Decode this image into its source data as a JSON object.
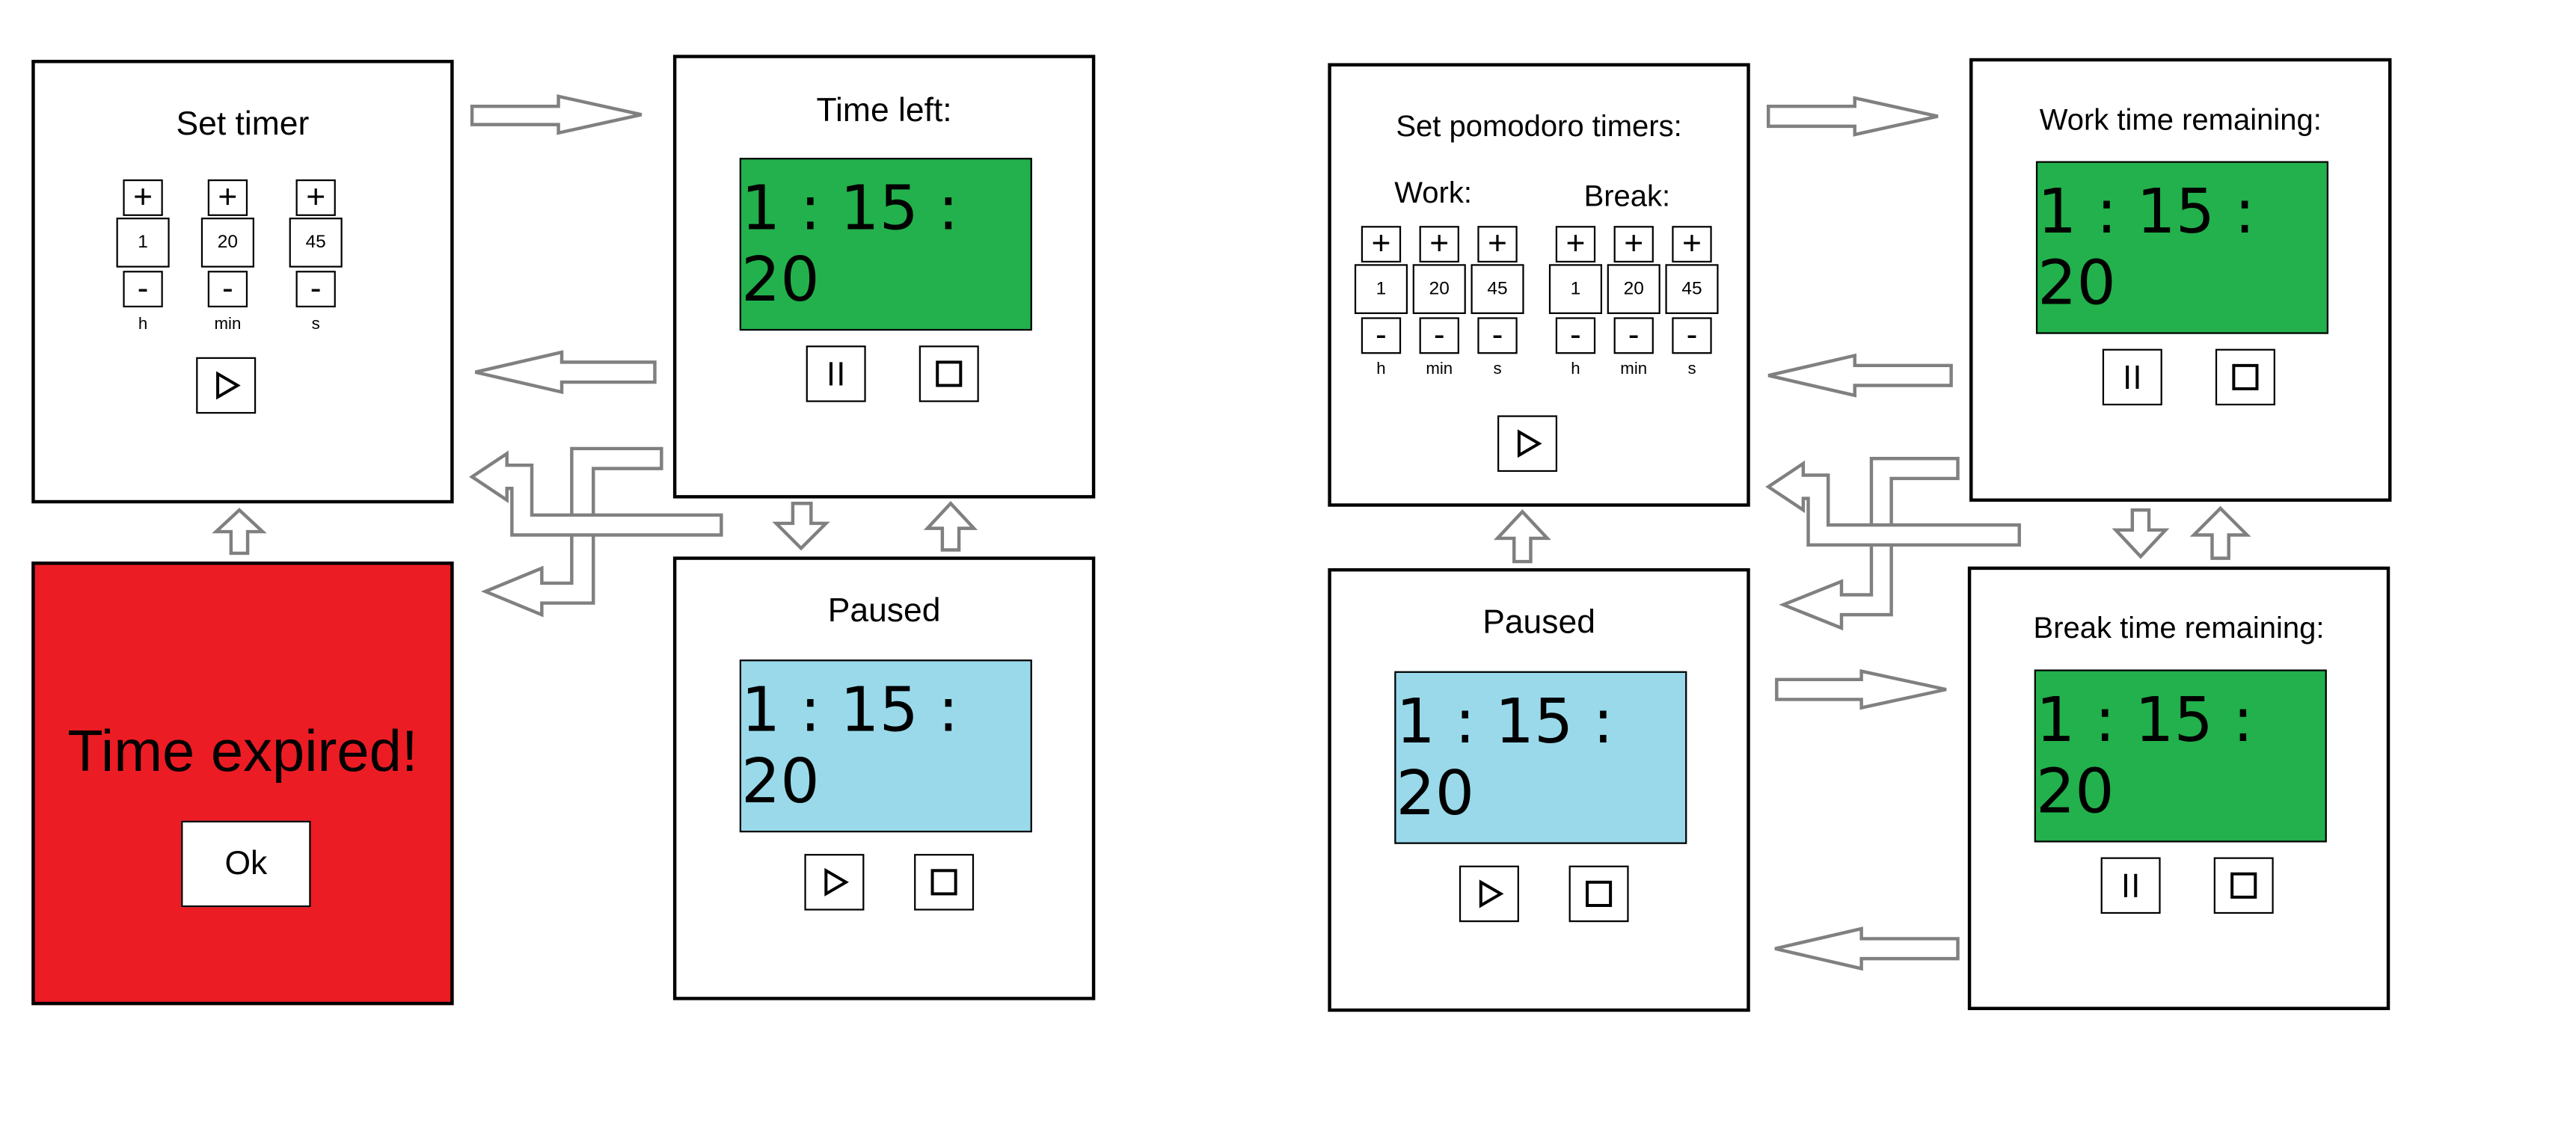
{
  "timer": {
    "set": {
      "title": "Set timer",
      "plus": "+",
      "minus": "-",
      "values": [
        "1",
        "20",
        "45"
      ],
      "units": [
        "h",
        "min",
        "s"
      ]
    },
    "running": {
      "title": "Time left:",
      "display": "1 : 15 : 20"
    },
    "paused": {
      "title": "Paused",
      "display": "1 : 15 : 20"
    },
    "expired": {
      "message": "Time expired!",
      "ok_label": "Ok"
    }
  },
  "pomodoro": {
    "set": {
      "title": "Set pomodoro timers:",
      "work_label": "Work:",
      "break_label": "Break:",
      "plus": "+",
      "minus": "-",
      "work_values": [
        "1",
        "20",
        "45"
      ],
      "break_values": [
        "1",
        "20",
        "45"
      ],
      "units": [
        "h",
        "min",
        "s"
      ]
    },
    "work": {
      "title": "Work time remaining:",
      "display": "1 : 15 : 20"
    },
    "break": {
      "title": "Break time remaining:",
      "display": "1 : 15 : 20"
    },
    "paused": {
      "title": "Paused",
      "display": "1 : 15 : 20"
    }
  },
  "icons": {
    "play": "play-icon",
    "pause": "pause-icon",
    "stop": "stop-icon",
    "arrow": "flow-arrow-icon"
  },
  "colors": {
    "running_green": "#22b14c",
    "paused_blue": "#99d9ea",
    "expired_red": "#ec1c24",
    "arrow_gray": "#7f7f7f"
  }
}
